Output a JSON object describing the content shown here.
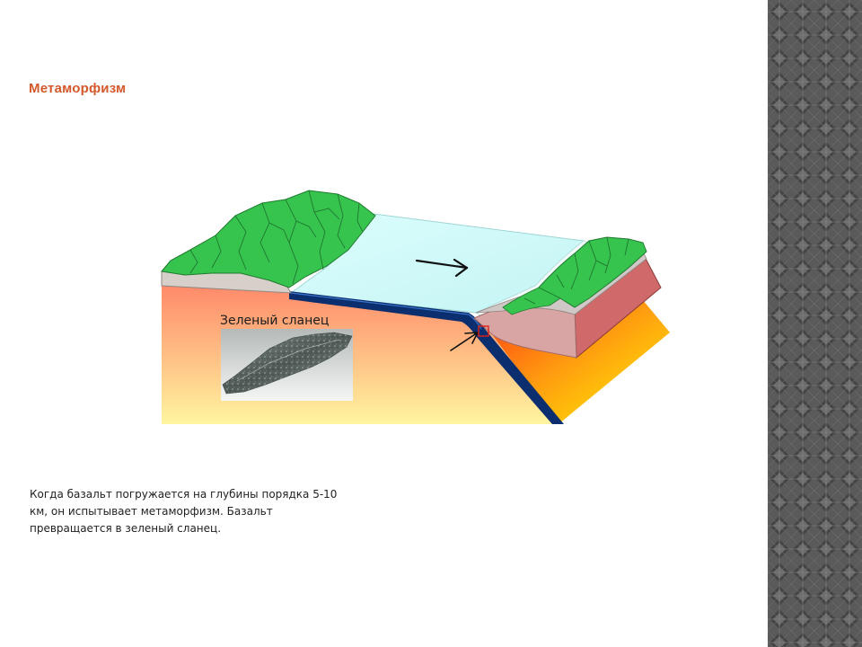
{
  "slide": {
    "title": "Метаморфизм",
    "caption": "Когда базальт погружается на глубины порядка 5-10 км, он испытывает метаморфизм. Базальт превращается в зеленый сланец."
  },
  "diagram": {
    "rock_label": "Зеленый сланец",
    "colors": {
      "title": "#d4582a",
      "ocean": "#d9fcfc",
      "land": "#36c44f",
      "oceanic_plate": "#0b2e6e",
      "continent_side": "#d06a6a",
      "mantle_hot": "#ff5a1f",
      "mantle_cool": "#ffff00",
      "marker": "#e0211a"
    }
  }
}
